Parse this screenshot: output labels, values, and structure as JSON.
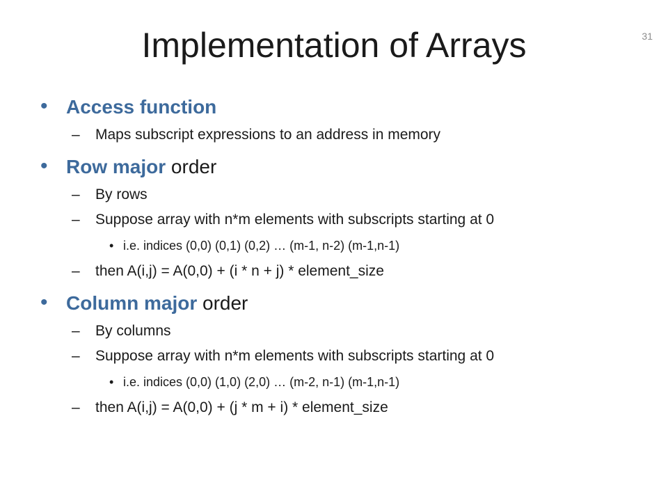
{
  "slide": {
    "number": "31",
    "title": "Implementation of Arrays",
    "bullet_glyph": "•",
    "dash_glyph": "–",
    "bullets": [
      {
        "accent": "Access function",
        "rest": "",
        "subs": [
          {
            "text": "Maps subscript expressions to an address in memory",
            "subs": []
          }
        ]
      },
      {
        "accent": "Row major",
        "rest": " order",
        "subs": [
          {
            "text": "By rows",
            "subs": []
          },
          {
            "text": "Suppose array with n*m elements with subscripts starting at 0",
            "subs": [
              "i.e. indices (0,0) (0,1) (0,2) … (m-1, n-2) (m-1,n-1)"
            ]
          },
          {
            "text": "then A(i,j) = A(0,0) + (i  * n + j) * element_size",
            "subs": []
          }
        ]
      },
      {
        "accent": "Column major",
        "rest": " order",
        "subs": [
          {
            "text": "By columns",
            "subs": []
          },
          {
            "text": "Suppose array with n*m elements with subscripts starting at 0",
            "subs": [
              "i.e. indices (0,0) (1,0) (2,0) … (m-2, n-1) (m-1,n-1)"
            ]
          },
          {
            "text": "then A(i,j) = A(0,0) + (j * m + i) * element_size",
            "subs": []
          }
        ]
      }
    ]
  }
}
